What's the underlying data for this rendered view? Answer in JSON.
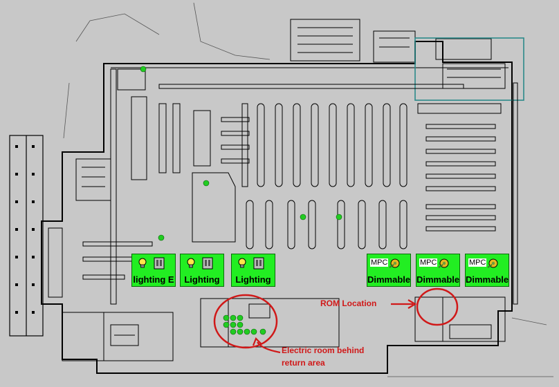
{
  "tiles": [
    {
      "label": "lighting E",
      "kind": "lighting"
    },
    {
      "label": "Lighting",
      "kind": "lighting"
    },
    {
      "label": "Lighting",
      "kind": "lighting"
    },
    {
      "label": "Dimmable",
      "kind": "mpc",
      "prefix": "MPC"
    },
    {
      "label": "Dimmable",
      "kind": "mpc",
      "prefix": "MPC"
    },
    {
      "label": "Dimmable",
      "kind": "mpc",
      "prefix": "MPC"
    }
  ],
  "annotations": {
    "rom_location": "ROM Location",
    "electric_room_line1": "Electric room behind",
    "electric_room_line2": "return area"
  },
  "colors": {
    "background": "#c8c8c8",
    "walls": "#000000",
    "tile_green": "#22ee22",
    "marker_green": "#22cc22",
    "annotation_red": "#d01818",
    "highlight_teal": "#2a8a8a"
  }
}
